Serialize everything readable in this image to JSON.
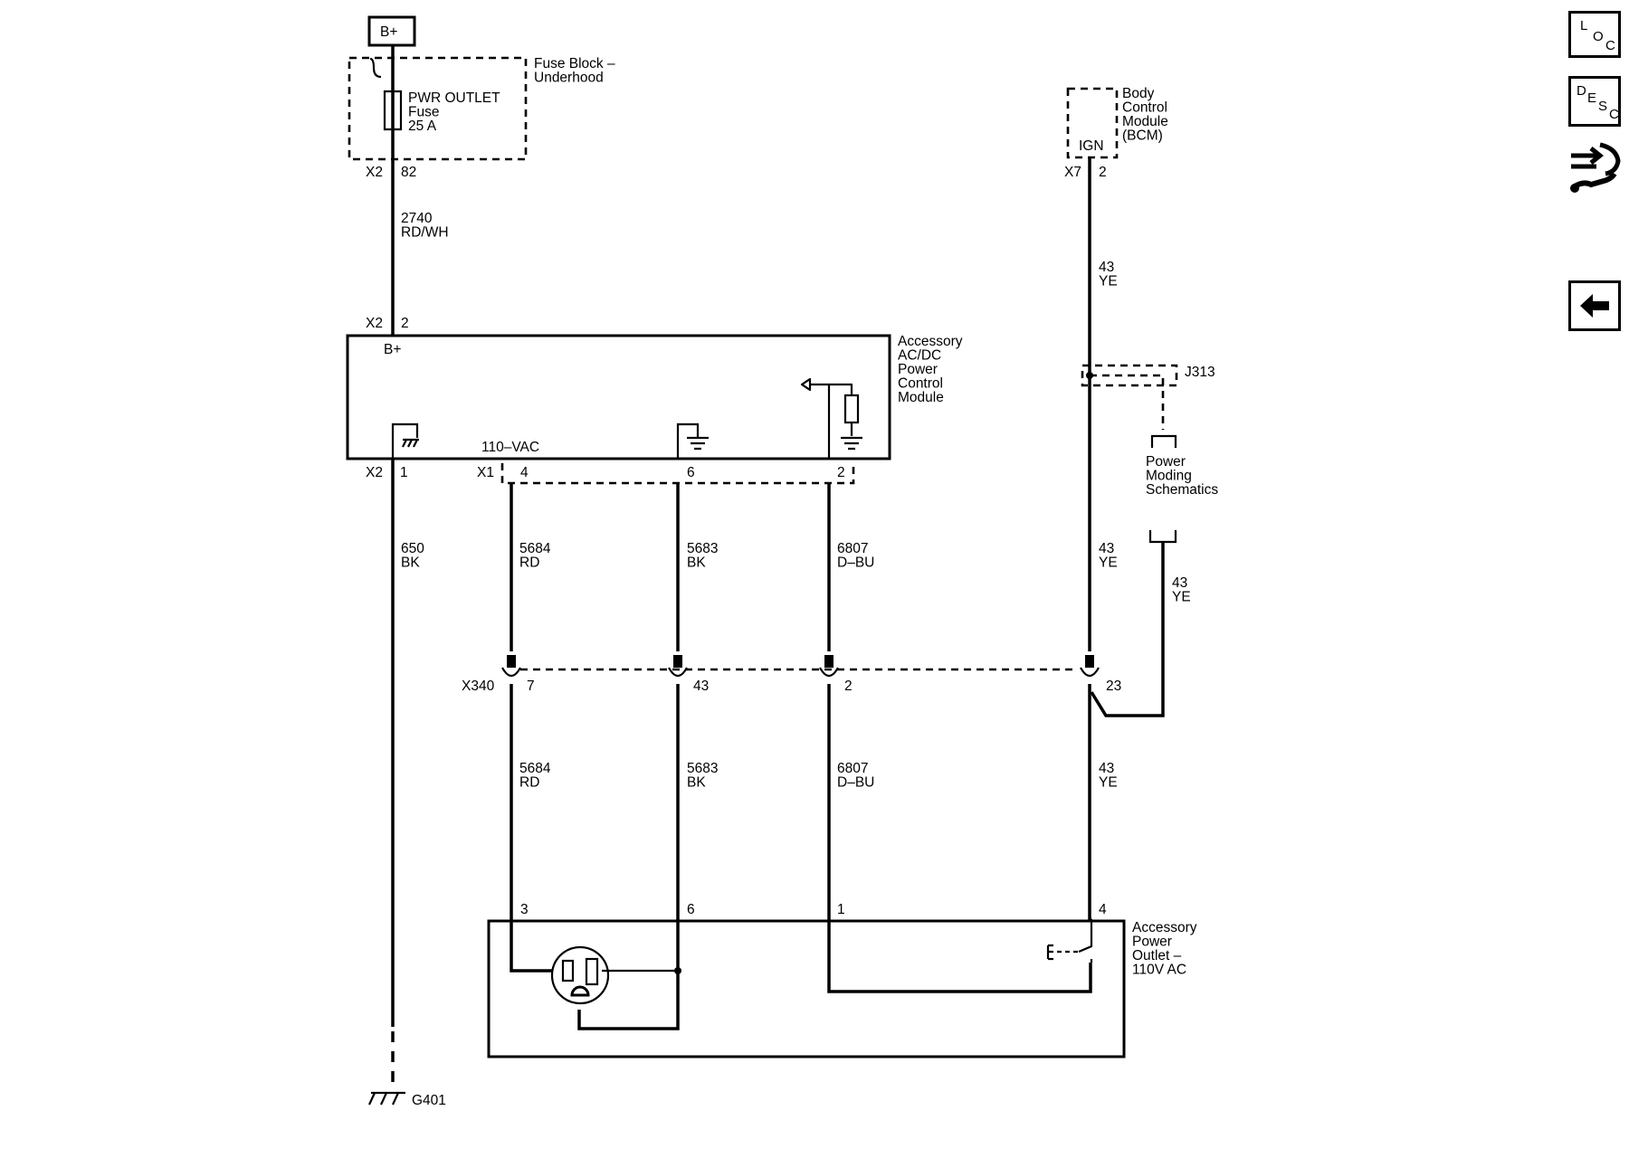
{
  "battery": {
    "label": "B+"
  },
  "fuse_block": {
    "title": "Fuse Block –\nUnderhood",
    "fuse_label": "PWR OUTLET\nFuse\n25 A",
    "connector": "X2",
    "pin": "82"
  },
  "circuits": {
    "c2740": "2740\nRD/WH",
    "c43": "43\nYE",
    "c650": "650\nBK",
    "c5684": "5684\nRD",
    "c5683": "5683\nBK",
    "c6807": "6807\nD–BU"
  },
  "bcm": {
    "title": "Body\nControl\nModule\n(BCM)",
    "pin_label": "IGN",
    "connector": "X7",
    "pin": "2"
  },
  "module": {
    "title": "Accessory\nAC/DC\nPower\nControl\nModule",
    "b_plus_label": "B+",
    "vac_label": "110–VAC",
    "x2_connector": "X2",
    "x2_pin_top": "2",
    "x2_pin_ground": "1",
    "x1_connector": "X1",
    "x1_pins": [
      "4",
      "6",
      "2"
    ]
  },
  "splice": {
    "label": "J313"
  },
  "power_moding": {
    "label": "Power\nModing\nSchematics"
  },
  "inline_connector": {
    "label": "X340",
    "pins": [
      "7",
      "43",
      "2",
      "23"
    ]
  },
  "outlet": {
    "title": "Accessory\nPower\nOutlet –\n110V AC",
    "pins": [
      "3",
      "6",
      "1",
      "4"
    ]
  },
  "ground": {
    "label": "G401"
  },
  "side_nav": {
    "loc": [
      "L",
      "O",
      "C"
    ],
    "desc": [
      "D",
      "E",
      "S",
      "C"
    ]
  }
}
